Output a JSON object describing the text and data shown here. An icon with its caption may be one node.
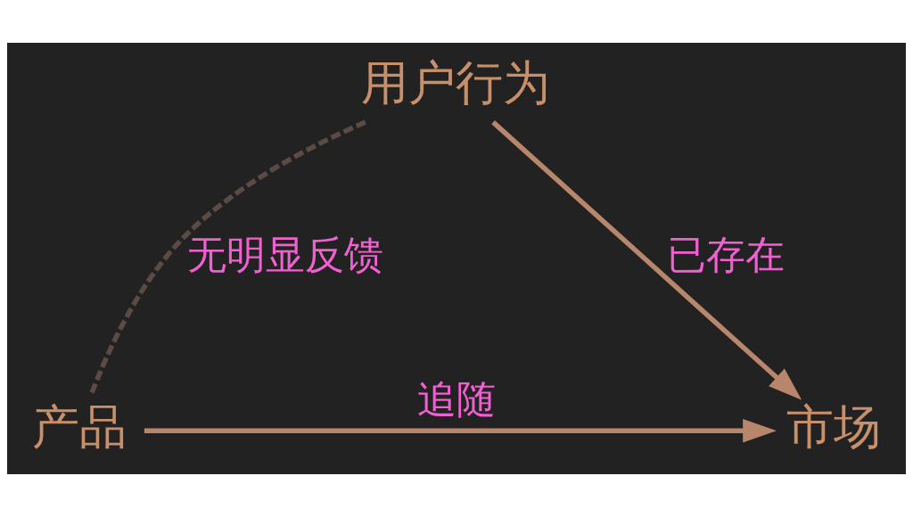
{
  "diagram": {
    "nodes": [
      {
        "text": [
          "用户行为"
        ]
      },
      {
        "text": [
          "市场"
        ]
      },
      {
        "text": [
          "产品"
        ]
      }
    ],
    "edges": [
      {
        "from": 0,
        "to": 1,
        "arrow": "to",
        "label": "已存在"
      },
      {
        "from": 2,
        "to": 0,
        "arrow": "none",
        "label": "无明显反馈",
        "style": "dashed",
        "color": "#5c4a45"
      },
      {
        "from": 2,
        "to": 1,
        "arrow": "to",
        "label": "追随"
      }
    ]
  }
}
